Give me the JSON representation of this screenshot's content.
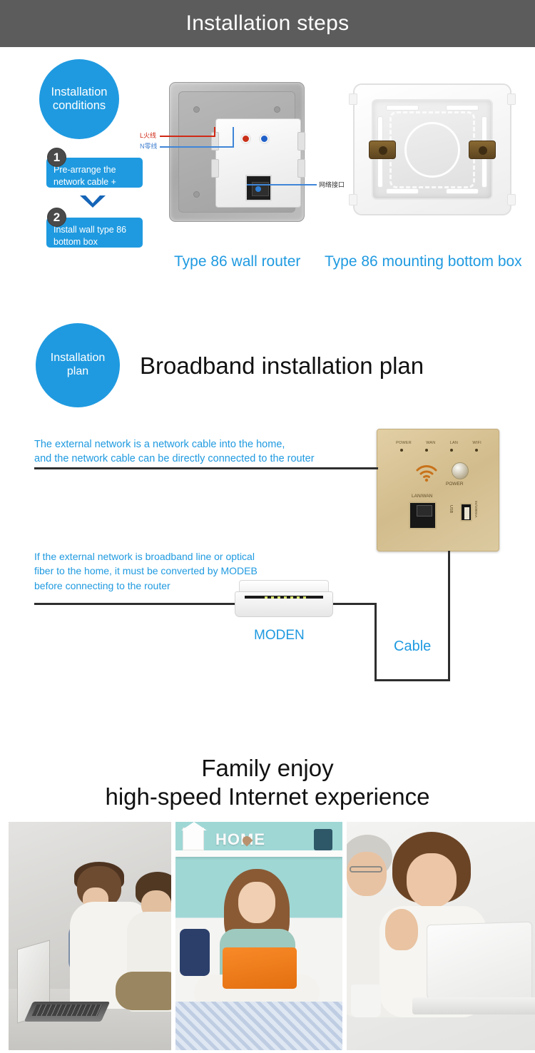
{
  "header": {
    "title": "Installation steps"
  },
  "section_conditions": {
    "circle_label": "Installation\nconditions",
    "steps": [
      {
        "number": "1",
        "text": "Pre-arrange the network cable + power cord"
      },
      {
        "number": "2",
        "text": "Install wall type 86 bottom box"
      }
    ],
    "arrow_icon": "chevron-down-icon",
    "product_captions": {
      "router": "Type 86 wall router",
      "bottom_box": "Type 86 mounting bottom box"
    },
    "callouts": {
      "live_wire": "L火线",
      "neutral_wire": "N零线",
      "network_port": "网络接口"
    }
  },
  "section_plan": {
    "circle_label": "Installation\nplan",
    "heading": "Broadband installation plan",
    "note_direct": "The external network is a network cable into the home,\nand the network cable can be directly connected to the router",
    "note_modem": "If the external network is broadband line or optical\nfiber to the home, it must be converted by MODEB\nbefore connecting to the router",
    "modem_label": "MODEN",
    "cable_label": "Cable",
    "panel": {
      "leds": [
        "POWER",
        "WAN",
        "LAN",
        "WIFI"
      ],
      "wifi_icon": "wifi-icon",
      "power_button_label": "POWER",
      "lan_port_label": "LAN/WAN",
      "usb_label": "USB",
      "usb_rating": "5V/1000mA"
    }
  },
  "section_family": {
    "title_line1": "Family enjoy",
    "title_line2": "high-speed Internet experience",
    "photos": [
      {
        "alt": "two children using a laptop on the floor"
      },
      {
        "alt": "girl on a bed using an orange laptop under a HOME shelf"
      },
      {
        "alt": "elderly couple waving at a white laptop"
      }
    ],
    "photo2_decor": {
      "home_text": "HOME"
    }
  },
  "colors": {
    "header_bg": "#5c5c5c",
    "accent_blue": "#1f9ae0",
    "text_black": "#111111",
    "wire_dark": "#2e2e2e",
    "gold_panel": "#d8c194",
    "live_red": "#d02a16",
    "neutral_blue": "#3f7fcf"
  }
}
